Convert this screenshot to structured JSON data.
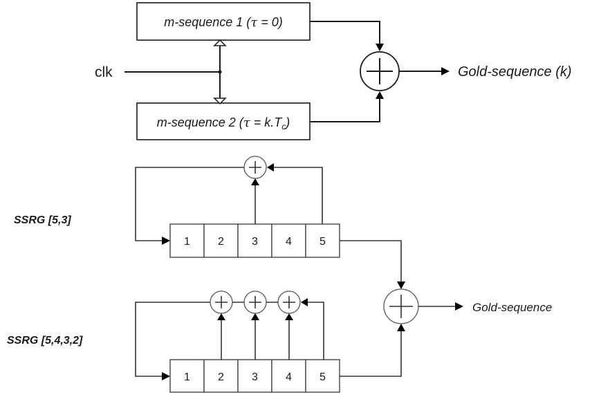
{
  "top_diagram": {
    "clock_label": "clk",
    "generator_1": {
      "label_main": "m-sequence 1 (",
      "label_tau": "τ",
      "label_rest": " = 0)"
    },
    "generator_2": {
      "label_main": "m-sequence 2 (",
      "label_tau": "τ",
      "label_rest": " = k.T",
      "label_subscript": "c",
      "label_close": ")"
    },
    "output_label": "Gold-sequence (k)"
  },
  "bottom_diagram": {
    "register_1": {
      "label": "SSRG [5,3]",
      "cells": [
        "1",
        "2",
        "3",
        "4",
        "5"
      ],
      "taps": [
        3,
        5
      ]
    },
    "register_2": {
      "label": "SSRG [5,4,3,2]",
      "cells": [
        "1",
        "2",
        "3",
        "4",
        "5"
      ],
      "taps": [
        2,
        3,
        4,
        5
      ]
    },
    "output_label": "Gold-sequence"
  }
}
